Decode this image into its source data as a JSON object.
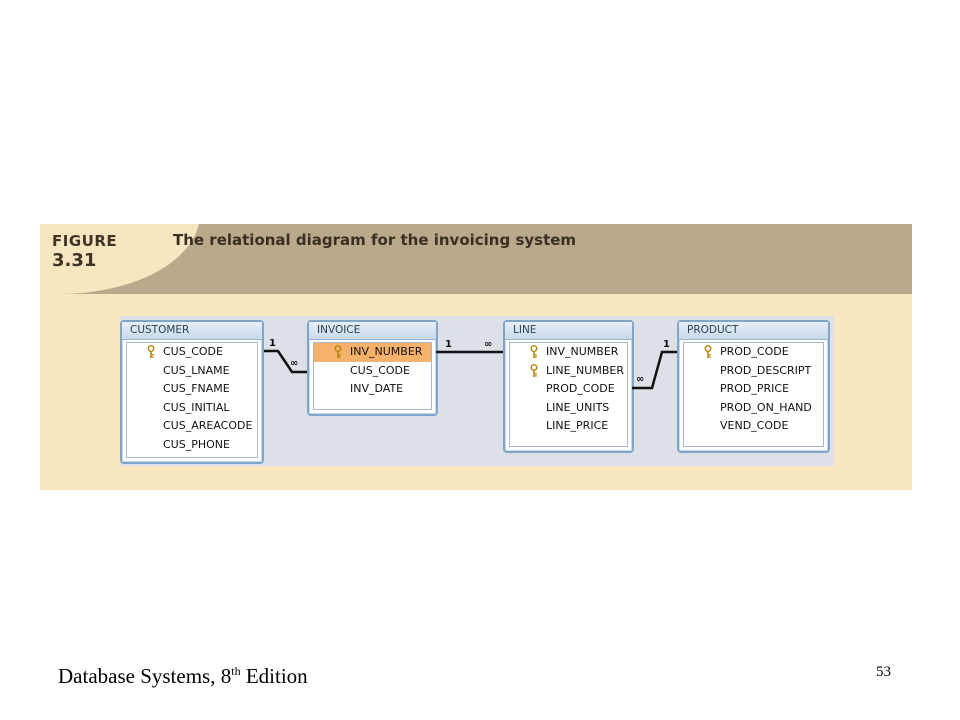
{
  "figure": {
    "label_word": "FIGURE",
    "label_number": "3.31",
    "title": "The relational diagram for the invoicing system"
  },
  "tables": {
    "customer": {
      "name": "CUSTOMER",
      "fields": [
        "CUS_CODE",
        "CUS_LNAME",
        "CUS_FNAME",
        "CUS_INITIAL",
        "CUS_AREACODE",
        "CUS_PHONE"
      ],
      "keys": [
        "CUS_CODE"
      ]
    },
    "invoice": {
      "name": "INVOICE",
      "fields": [
        "INV_NUMBER",
        "CUS_CODE",
        "INV_DATE"
      ],
      "keys": [
        "INV_NUMBER"
      ],
      "highlighted": "INV_NUMBER"
    },
    "line": {
      "name": "LINE",
      "fields": [
        "INV_NUMBER",
        "LINE_NUMBER",
        "PROD_CODE",
        "LINE_UNITS",
        "LINE_PRICE"
      ],
      "keys": [
        "INV_NUMBER",
        "LINE_NUMBER"
      ]
    },
    "product": {
      "name": "PRODUCT",
      "fields": [
        "PROD_CODE",
        "PROD_DESCRIPT",
        "PROD_PRICE",
        "PROD_ON_HAND",
        "VEND_CODE"
      ],
      "keys": [
        "PROD_CODE"
      ]
    }
  },
  "relationships": {
    "one_symbol": "1",
    "many_symbol": "∞"
  },
  "colors": {
    "header_band": "#b9a88a",
    "figure_band": "#f7e6bf",
    "highlight": "#f6b26b",
    "table_border": "#7fa6c9"
  },
  "footer": {
    "book_title_prefix": "Database Systems, 8",
    "book_title_sup": "th",
    "book_title_suffix": " Edition",
    "page_number": "53"
  }
}
